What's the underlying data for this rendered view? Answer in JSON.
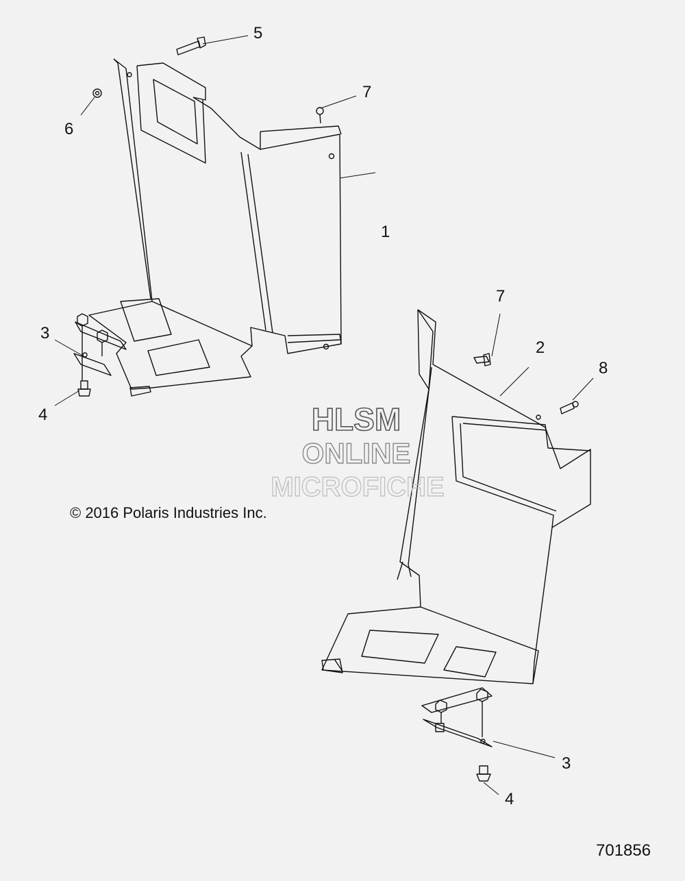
{
  "callouts": {
    "c1": "1",
    "c2": "2",
    "c3a": "3",
    "c3b": "3",
    "c4a": "4",
    "c4b": "4",
    "c5": "5",
    "c6": "6",
    "c7a": "7",
    "c7b": "7",
    "c8": "8"
  },
  "watermark": {
    "line1": "HLSM",
    "line2": "ONLINE",
    "line3": "MICROFICHE"
  },
  "copyright": "© 2016 Polaris Industries Inc.",
  "part_number": "701856"
}
